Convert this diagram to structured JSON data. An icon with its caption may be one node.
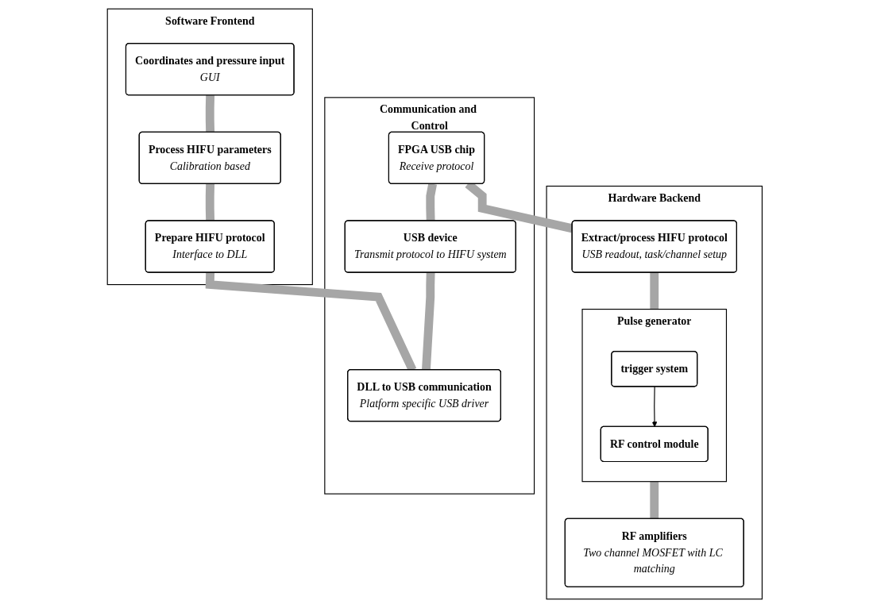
{
  "diagram": {
    "nodes": [
      {
        "text": [
          "Software Frontend"
        ]
      },
      {
        "text": [
          "Coordinates and pressure input",
          "GUI"
        ],
        "in": 0
      },
      {
        "text": [
          "Process HIFU parameters",
          "Calibration based"
        ],
        "in": 0
      },
      {
        "text": [
          "Prepare HIFU protocol",
          "Interface to DLL"
        ],
        "in": 0
      },
      {
        "text": [
          "Communication and Control"
        ]
      },
      {
        "text": [
          "FPGA USB chip",
          "Receive protocol"
        ],
        "in": 4
      },
      {
        "text": [
          "USB device",
          "Transmit protocol to HIFU system"
        ],
        "in": 4
      },
      {
        "text": [
          "DLL to USB communication",
          "Platform specific USB driver"
        ],
        "in": 4
      },
      {
        "text": [
          "Hardware Backend"
        ]
      },
      {
        "text": [
          "Extract/process HIFU protocol",
          "USB readout, task/channel setup"
        ],
        "in": 8
      },
      {
        "text": [
          "Pulse generator"
        ],
        "in": 8
      },
      {
        "text": [
          "RF control module"
        ],
        "in": 10
      },
      {
        "text": [
          "trigger system"
        ],
        "in": 10
      },
      {
        "text": [
          "RF amplifiers",
          "Two channel MOSFET with LC matching"
        ],
        "in": 8
      }
    ],
    "edges": [
      {
        "from": 1,
        "to": 2,
        "arrow": "none"
      },
      {
        "from": 2,
        "to": 3,
        "arrow": "none"
      },
      {
        "from": 3,
        "to": 7,
        "arrow": "none"
      },
      {
        "from": 6,
        "to": 7,
        "arrow": "none"
      },
      {
        "from": 5,
        "to": 6,
        "arrow": "none"
      },
      {
        "from": 5,
        "to": 9,
        "arrow": "none"
      },
      {
        "from": 9,
        "to": 10,
        "arrow": "none"
      },
      {
        "from": 10,
        "to": 13,
        "arrow": "none"
      },
      {
        "from": 12,
        "to": 11,
        "arrow": "to",
        "color": "#000000"
      }
    ]
  }
}
